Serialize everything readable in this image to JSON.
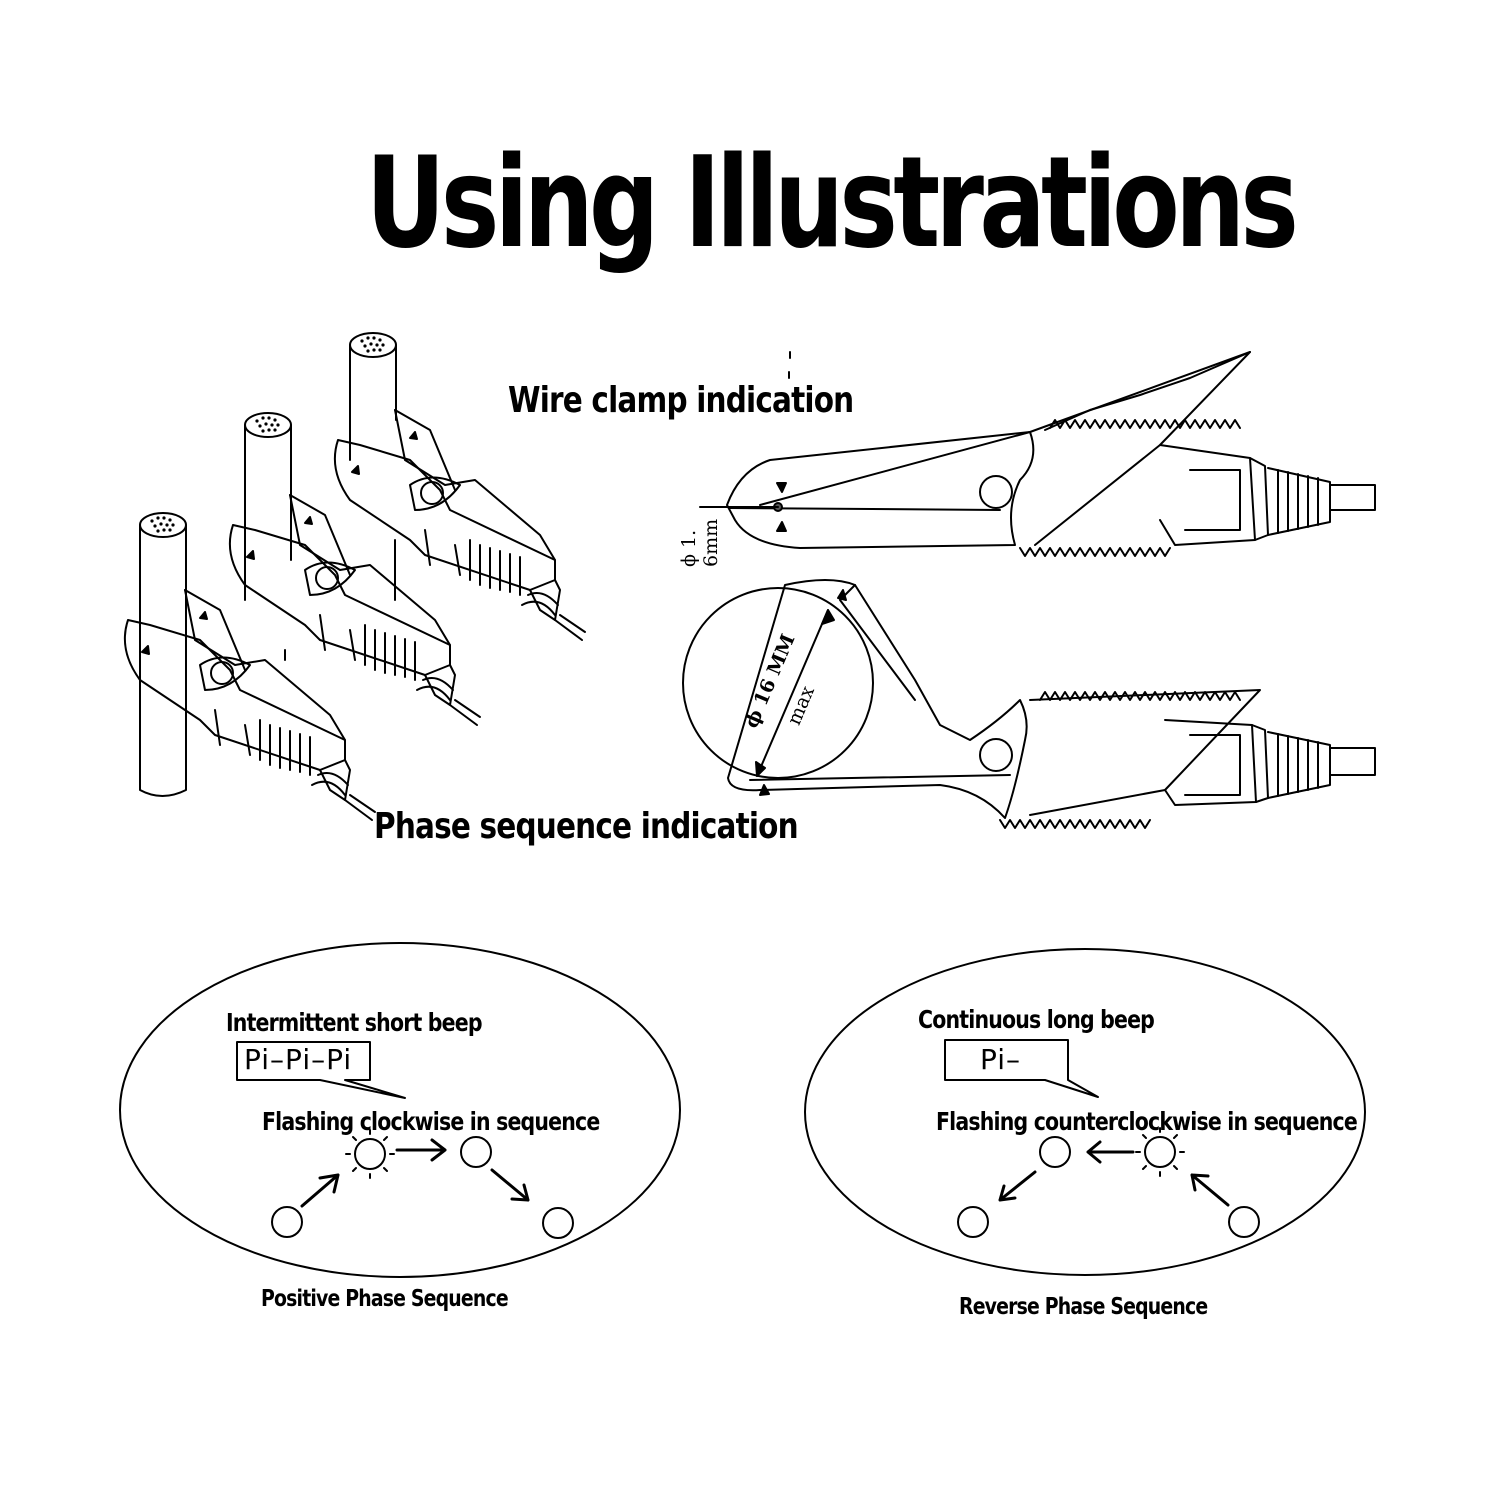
{
  "title": "Using Illustrations",
  "labels": {
    "wire_clamp": "Wire clamp indication",
    "phase_sequence": "Phase sequence indication"
  },
  "dimensions": {
    "small": "ϕ 1. 6mm",
    "large_value": "ϕ 16 MM",
    "large_max": "max"
  },
  "positive": {
    "beep_label": "Intermittent short beep",
    "beep_sound": "Pi–Pi–Pi",
    "flash_label": "Flashing clockwise in sequence",
    "caption": "Positive Phase Sequence"
  },
  "reverse": {
    "beep_label": "Continuous long beep",
    "beep_sound": "Pi–",
    "flash_label": "Flashing counterclockwise in sequence",
    "caption": "Reverse Phase Sequence"
  }
}
